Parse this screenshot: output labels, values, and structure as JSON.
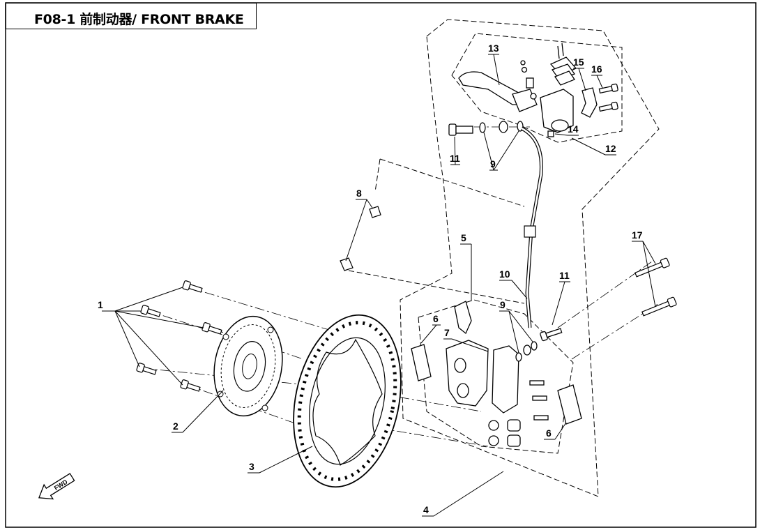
{
  "title": "F08-1  前制动器/ FRONT BRAKE",
  "fwd_label": "FWD",
  "callouts": {
    "c1": "1",
    "c2": "2",
    "c3": "3",
    "c4": "4",
    "c5": "5",
    "c6a": "6",
    "c6b": "6",
    "c7": "7",
    "c8": "8",
    "c9a": "9",
    "c9b": "9",
    "c10": "10",
    "c11a": "11",
    "c11b": "11",
    "c12": "12",
    "c13": "13",
    "c14": "14",
    "c15": "15",
    "c16": "16",
    "c17": "17"
  }
}
